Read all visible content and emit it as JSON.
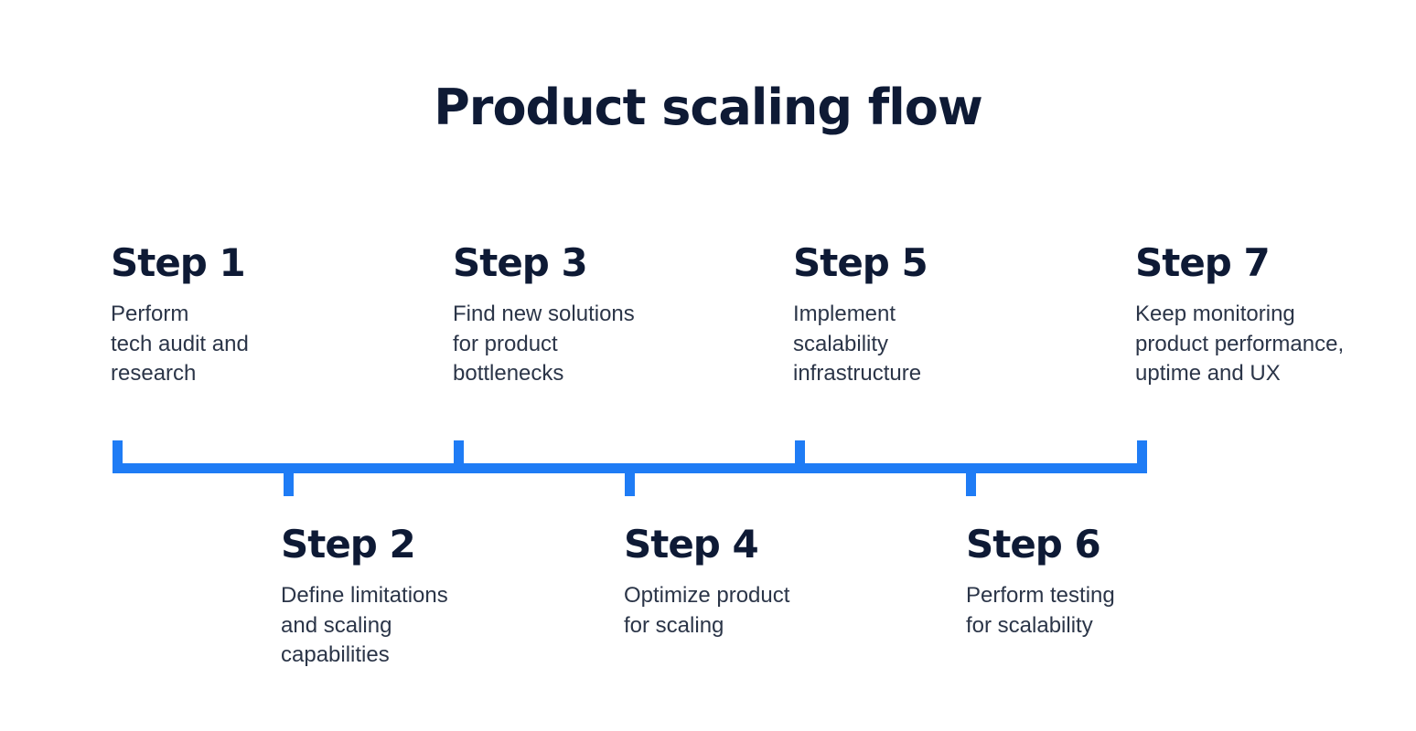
{
  "title": "Product scaling flow",
  "accent_color": "#1f7cf5",
  "steps": [
    {
      "label": "Step 1",
      "description": "Perform\ntech audit and\nresearch"
    },
    {
      "label": "Step 2",
      "description": "Define limitations\nand scaling\ncapabilities"
    },
    {
      "label": "Step 3",
      "description": "Find new solutions\nfor product\nbottlenecks"
    },
    {
      "label": "Step 4",
      "description": "Optimize product\nfor scaling"
    },
    {
      "label": "Step 5",
      "description": "Implement\nscalability\ninfrastructure"
    },
    {
      "label": "Step 6",
      "description": "Perform testing\nfor scalability"
    },
    {
      "label": "Step 7",
      "description": "Keep monitoring\nproduct performance,\nuptime and UX"
    }
  ]
}
